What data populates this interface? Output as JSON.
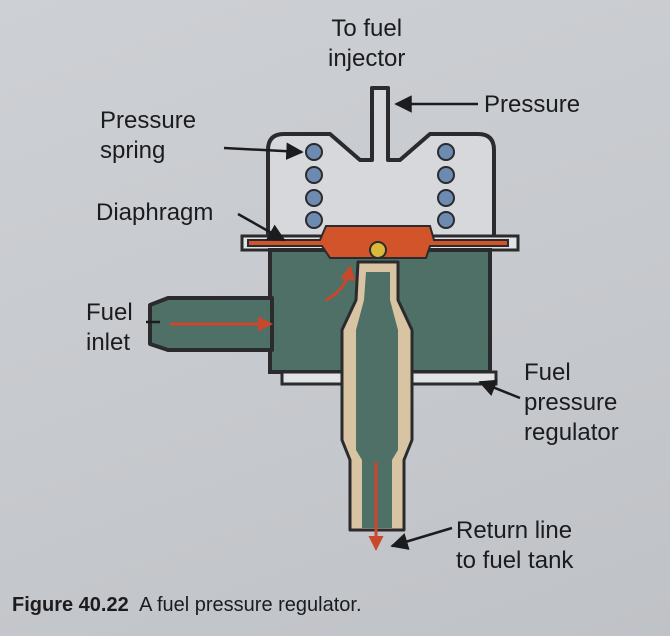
{
  "labels": {
    "to_fuel_injector": [
      "To fuel",
      "injector"
    ],
    "pressure": "Pressure",
    "pressure_spring": [
      "Pressure",
      "spring"
    ],
    "diaphragm": "Diaphragm",
    "fuel_inlet": [
      "Fuel",
      "inlet"
    ],
    "fuel_pressure_regulator": [
      "Fuel",
      "pressure",
      "regulator"
    ],
    "return_line": [
      "Return line",
      "to fuel tank"
    ]
  },
  "caption": {
    "figure": "Figure 40.22",
    "text": "A fuel pressure regulator."
  },
  "colors": {
    "fuel": "#4f7066",
    "diaphragm": "#d2542a",
    "spring_coil": "#6d8ab0",
    "housing_outline": "#2b2b2e",
    "tube_beige": "#d8c4a2",
    "arrow": "#c9472a"
  }
}
